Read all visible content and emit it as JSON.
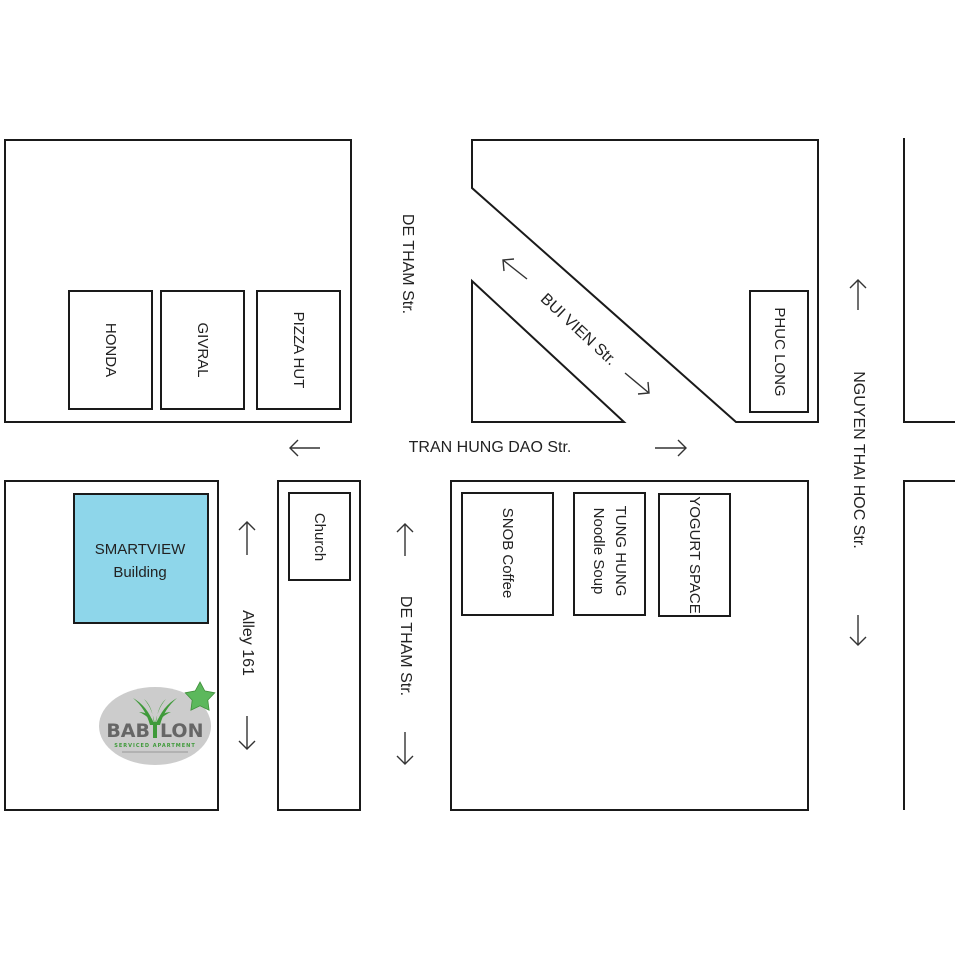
{
  "map": {
    "colors": {
      "highlight": "#8ed6ea",
      "outline": "#1a1a1a",
      "logo_oval": "#cccccc",
      "logo_text": "#666666",
      "logo_green": "#3f9a3a",
      "star": "#5cb85c"
    },
    "streets": {
      "de_tham_north": "DE THAM Str.",
      "de_tham_south": "DE THAM Str.",
      "tran_hung_dao": "TRAN HUNG DAO Str.",
      "bui_vien": "BUI VIEN Str.",
      "nguyen_thai_hoc": "NGUYEN THAI HOC Str.",
      "alley": "Alley 161"
    },
    "places": {
      "honda": "HONDA",
      "givral": "GIVRAL",
      "pizza_hut": "PIZZA HUT",
      "phuc_long": "PHUC LONG",
      "church": "Church",
      "snob_coffee": "SNOB Coffee",
      "tung_hung_line1": "TUNG HUNG",
      "tung_hung_line2": "Noodle Soup",
      "yogurt_space": "YOGURT SPACE",
      "smartview_line1": "SMARTVIEW",
      "smartview_line2": "Building"
    },
    "logo": {
      "name_left": "BAB",
      "name_right": "LON",
      "tagline": "SERVICED APARTMENT",
      "icon": "star-icon"
    },
    "arrows": {
      "tran_hung_dao_west": "arrow-left-icon",
      "tran_hung_dao_east": "arrow-right-icon",
      "bui_vien_northwest": "arrow-up-left-icon",
      "bui_vien_southeast": "arrow-down-right-icon",
      "nguyen_thai_hoc_north": "arrow-up-icon",
      "nguyen_thai_hoc_south": "arrow-down-icon",
      "alley_north": "arrow-up-icon",
      "alley_south": "arrow-down-icon",
      "de_tham_north": "arrow-up-icon",
      "de_tham_south": "arrow-down-icon"
    }
  }
}
